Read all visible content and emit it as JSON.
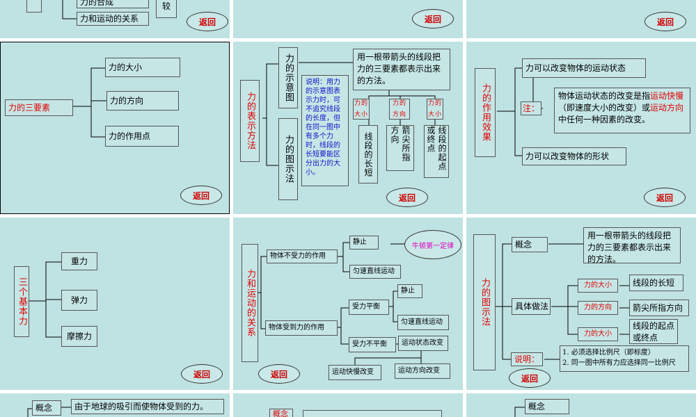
{
  "return_label": "返回",
  "top_left": {
    "labels": [
      "力的合成",
      "力和运动的关系",
      "较"
    ]
  },
  "three_elements": {
    "root": "力的三要素",
    "items": [
      "力的大小",
      "力的方向",
      "力的作用点"
    ]
  },
  "representation": {
    "root": "力的表示方法",
    "diagram": "力的示意图",
    "graphic": "力的图示法",
    "definition": "用一根带箭头的线段把力的三要素都表示出来的方法。",
    "note": "说明：用力的示意图表示力时，可不追究线段的长度，但在同一图中有多个力时，线段的长短要能区分出力的大小。",
    "elements": [
      "力的大小",
      "力的方向",
      "力的大小"
    ],
    "details": [
      "线段的长短",
      "箭尖所指方向",
      "线段的起点或终点"
    ]
  },
  "effects": {
    "root": "力的作用效果",
    "motion": "力可以改变物体的运动状态",
    "note_label": "注：",
    "note_parts": [
      "物体运动状态的改变是指",
      "运动快慢",
      "（即速度大小的改变）或",
      "运动方向",
      "中任何一种因素的改变。"
    ],
    "shape": "力可以改变物体的形状"
  },
  "basic_forces": {
    "root": "三个基本力",
    "items": [
      "重力",
      "弹力",
      "摩擦力"
    ]
  },
  "force_motion": {
    "root": "力和运动的关系",
    "no_force": "物体不受力的作用",
    "rest": "静止",
    "uniform": "匀速直线运动",
    "newton": "牛顿第一定律",
    "force": "物体受到力的作用",
    "balanced": "受力平衡",
    "rest2": "静止",
    "uniform2": "匀速直线运动",
    "unbalanced": "受力不平衡",
    "state_change": "运动状态改变",
    "speed_change": "运动快慢改变",
    "direction_change": "运动方向改变"
  },
  "graphic_method": {
    "root": "力的图示法",
    "concept": "概念",
    "concept_text": "用一根带箭头的线段把力的三要素都表示出来的方法。",
    "practice": "具体做法",
    "elements": [
      "力的大小",
      "力的方向",
      "力的大小"
    ],
    "details": [
      "线段的长短",
      "箭尖所指方向",
      "线段的起点或终点"
    ],
    "note_label": "说明：",
    "notes": [
      "1. 必须选择比例尺（即标度）",
      "2. 同一图中所有力应选择同一比例尺"
    ]
  },
  "bottom": {
    "concept": "概念",
    "gravity_def": "由于地球的吸引而使物体受到的力。",
    "concept2": "概念",
    "concept3": "概念"
  }
}
